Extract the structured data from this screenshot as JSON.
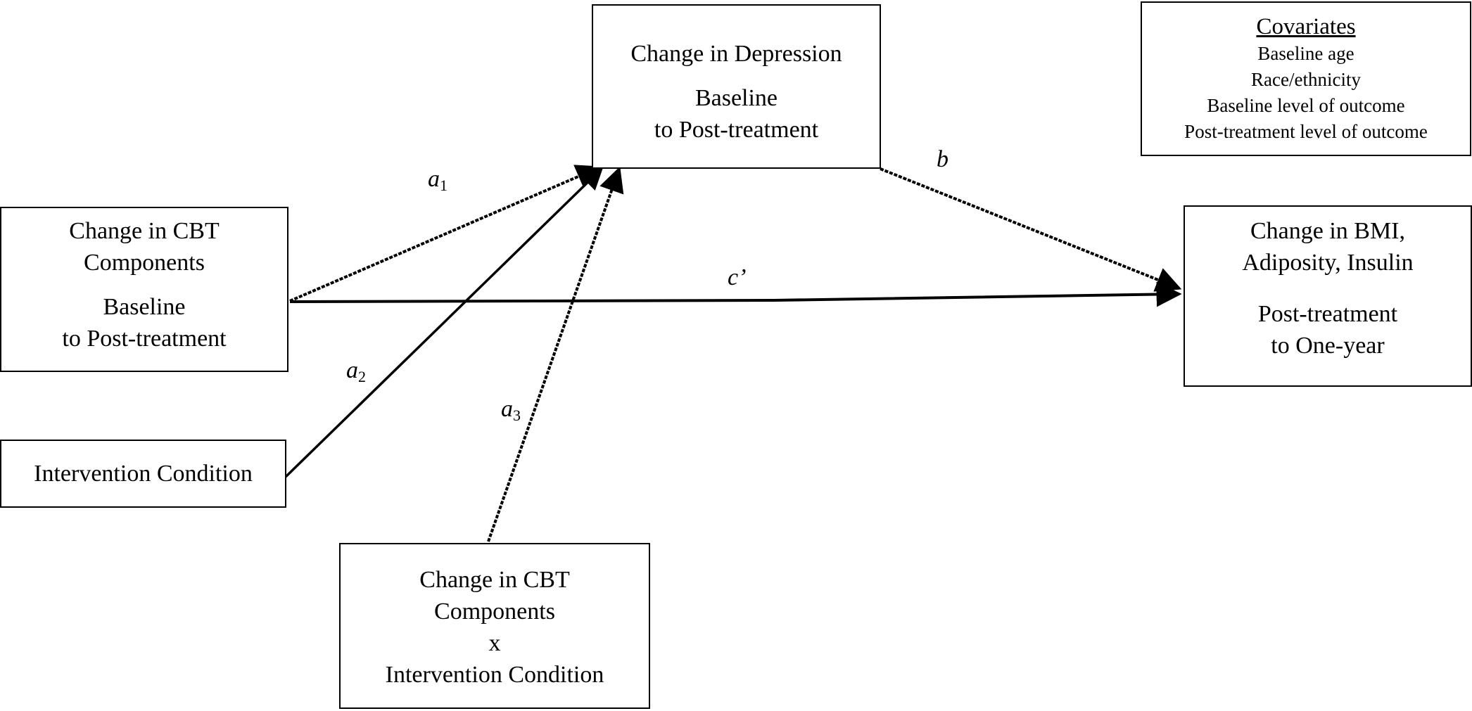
{
  "nodes": {
    "cbt_change": {
      "line1": "Change in CBT",
      "line2": "Components",
      "line3": "Baseline",
      "line4": "to Post-treatment"
    },
    "intervention": {
      "line1": "Intervention Condition"
    },
    "interaction": {
      "line1": "Change in CBT",
      "line2": "Components",
      "line3": "x",
      "line4": "Intervention Condition"
    },
    "depression": {
      "line1": "Change in Depression",
      "line2": "Baseline",
      "line3": "to Post-treatment"
    },
    "outcome": {
      "line1": "Change in BMI,",
      "line2": "Adiposity, Insulin",
      "line3": "Post-treatment",
      "line4": "to One-year"
    },
    "covariates": {
      "title": "Covariates",
      "items": [
        "Baseline age",
        "Race/ethnicity",
        "Baseline level of outcome",
        "Post-treatment level of outcome"
      ]
    }
  },
  "paths": {
    "a1": {
      "letter": "a",
      "sub": "1"
    },
    "a2": {
      "letter": "a",
      "sub": "2"
    },
    "a3": {
      "letter": "a",
      "sub": "3"
    },
    "b": {
      "letter": "b"
    },
    "c_prime": {
      "letter": "c’"
    }
  }
}
